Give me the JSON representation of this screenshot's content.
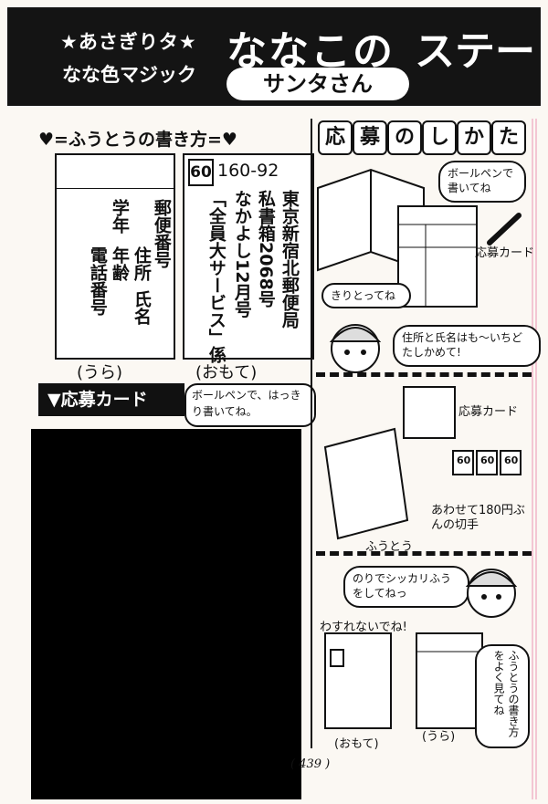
{
  "banner": {
    "subtitle_line1": "★あさぎりタ★",
    "subtitle_line2": "なな色マジック",
    "title": "ななこの",
    "title_cut": "ステー",
    "subtitle_badge": "サンタさん"
  },
  "howto": {
    "title": "♥=ふうとうの書き方=♥",
    "back": {
      "lines": [
        "郵便番号",
        "住所",
        "氏名",
        "学年",
        "年齢",
        "電話番号"
      ],
      "caption": "(うら)"
    },
    "front": {
      "postage": "60",
      "zip": "160-92",
      "lines": [
        "東京新宿北郵便局",
        "私書箱2068号",
        "なかよし12月号",
        "「全員大サービス」係"
      ],
      "caption": "(おもて)"
    }
  },
  "card_section": {
    "label": "▼応募カード",
    "bubble": "ボールペンで、はっきり書いてね。"
  },
  "apply": {
    "title_chars": [
      "応",
      "募",
      "の",
      "し",
      "か",
      "た"
    ],
    "notes": {
      "ballpen": "ボールペンで書いてね",
      "cut": "きりとってね",
      "card": "応募カード",
      "check": "住所と氏名はも〜いちど たしかめて!",
      "stamp": "あわせて180円ぶんの切手",
      "envelope": "ふうとう",
      "glue": "のりでシッカリふうをしてねっ",
      "dont_forget": "わすれないでね!",
      "front": "(おもて)",
      "back": "(うら)",
      "read": "ふうとうの書き方をよく見てね"
    },
    "stamp_value": "60"
  },
  "page_number": "( 439 )"
}
